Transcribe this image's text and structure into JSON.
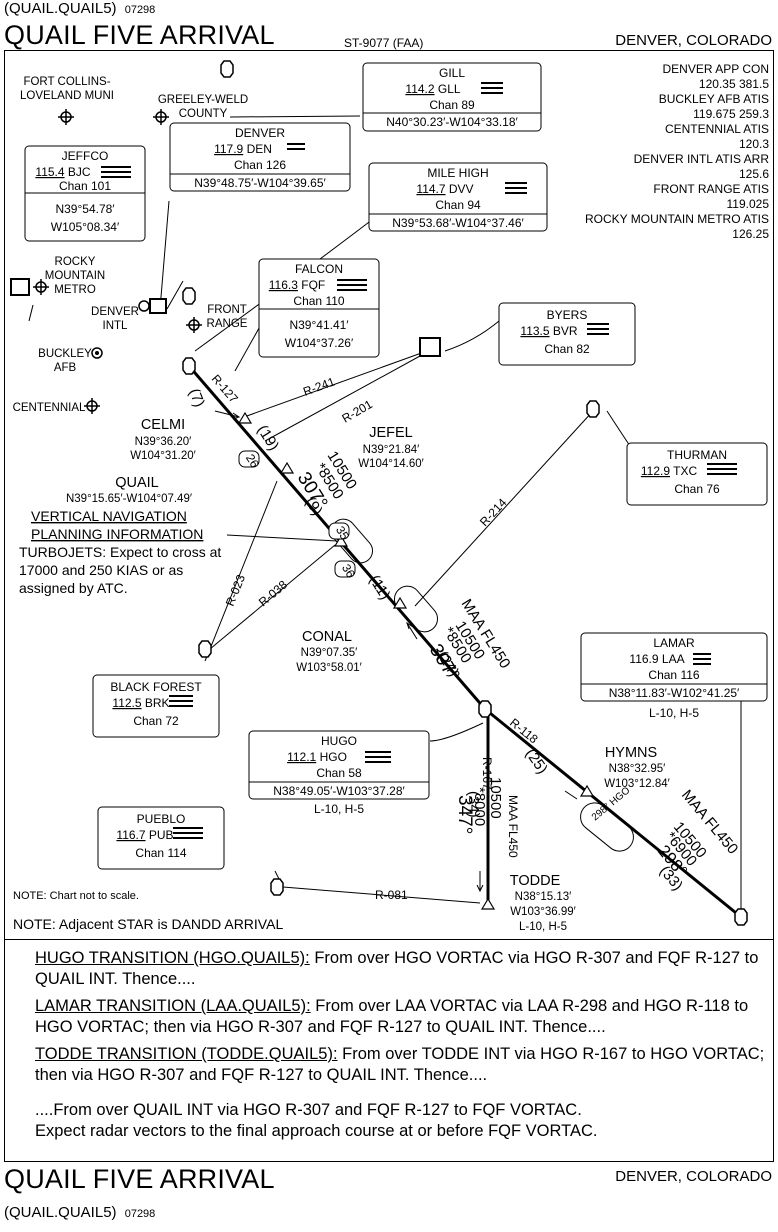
{
  "header": {
    "code_top": "(QUAIL.QUAIL5)",
    "date_top": "07298",
    "title_top": "QUAIL FIVE ARRIVAL",
    "chart_id": "ST-9077 (FAA)",
    "location_top": "DENVER, COLORADO"
  },
  "footer": {
    "title_bottom": "QUAIL FIVE ARRIVAL",
    "location_bottom": "DENVER, COLORADO",
    "code_bottom": "(QUAIL.QUAIL5)",
    "date_bottom": "07298"
  },
  "comms": [
    {
      "name": "DENVER APP CON",
      "freq": "120.35  381.5"
    },
    {
      "name": "BUCKLEY AFB ATIS",
      "freq": "119.675  259.3"
    },
    {
      "name": "CENTENNIAL ATIS",
      "freq": "120.3"
    },
    {
      "name": "DENVER INTL ATIS ARR",
      "freq": "125.6"
    },
    {
      "name": "FRONT RANGE ATIS",
      "freq": "119.025"
    },
    {
      "name": "ROCKY MOUNTAIN METRO ATIS",
      "freq": "126.25"
    }
  ],
  "navaids": {
    "gill": {
      "name": "GILL",
      "freq": "114.2",
      "ident": "GLL",
      "chan": "Chan 89",
      "coords": "N40°30.23′-W104°33.18′"
    },
    "denver": {
      "name": "DENVER",
      "freq": "117.9",
      "ident": "DEN",
      "chan": "Chan 126",
      "coords": "N39°48.75′-W104°39.65′"
    },
    "jeffco": {
      "name": "JEFFCO",
      "freq": "115.4",
      "ident": "BJC",
      "chan": "Chan 101",
      "lat": "N39°54.78′",
      "lon": "W105°08.34′"
    },
    "milehigh": {
      "name": "MILE HIGH",
      "freq": "114.7",
      "ident": "DVV",
      "chan": "Chan 94",
      "coords": "N39°53.68′-W104°37.46′"
    },
    "falcon": {
      "name": "FALCON",
      "freq": "116.3",
      "ident": "FQF",
      "chan": "Chan 110",
      "lat": "N39°41.41′",
      "lon": "W104°37.26′"
    },
    "byers": {
      "name": "BYERS",
      "freq": "113.5",
      "ident": "BVR",
      "chan": "Chan 82"
    },
    "thurman": {
      "name": "THURMAN",
      "freq": "112.9",
      "ident": "TXC",
      "chan": "Chan 76"
    },
    "lamar": {
      "name": "LAMAR",
      "freq": "116.9",
      "ident": "LAA",
      "chan": "Chan 116",
      "coords": "N38°11.83′-W102°41.25′",
      "charts": "L-10, H-5"
    },
    "blackforest": {
      "name": "BLACK FOREST",
      "freq": "112.5",
      "ident": "BRK",
      "chan": "Chan 72"
    },
    "hugo": {
      "name": "HUGO",
      "freq": "112.1",
      "ident": "HGO",
      "chan": "Chan 58",
      "coords": "N38°49.05′-W103°37.28′",
      "charts": "L-10, H-5"
    },
    "pueblo": {
      "name": "PUEBLO",
      "freq": "116.7",
      "ident": "PUB",
      "chan": "Chan 114"
    }
  },
  "airports": {
    "fortcollins1": "FORT COLLINS-",
    "fortcollins2": "LOVELAND MUNI",
    "greeley1": "GREELEY-WELD",
    "greeley2": "COUNTY",
    "rocky1": "ROCKY",
    "rocky2": "MOUNTAIN",
    "rocky3": "METRO",
    "denintl1": "DENVER",
    "denintl2": "INTL",
    "frontrange1": "FRONT",
    "frontrange2": "RANGE",
    "buckley1": "BUCKLEY",
    "buckley2": "AFB",
    "centennial": "CENTENNIAL"
  },
  "fixes": {
    "celmi": {
      "name": "CELMI",
      "lat": "N39°36.20′",
      "lon": "W104°31.20′"
    },
    "jefel": {
      "name": "JEFEL",
      "lat": "N39°21.84′",
      "lon": "W104°14.60′"
    },
    "quail": {
      "name": "QUAIL",
      "coords": "N39°15.65′-W104°07.49′"
    },
    "conal": {
      "name": "CONAL",
      "lat": "N39°07.35′",
      "lon": "W103°58.01′"
    },
    "hymns": {
      "name": "HYMNS",
      "lat": "N38°32.95′",
      "lon": "W103°12.84′"
    },
    "todde": {
      "name": "TODDE",
      "lat": "N38°15.13′",
      "lon": "W103°36.99′",
      "charts": "L-10, H-5"
    }
  },
  "vnav": {
    "line1": "VERTICAL NAVIGATION",
    "line2": "PLANNING INFORMATION",
    "text1": "TURBOJETS:  Expect to cross at",
    "text2": "17000 and 250 KIAS or as",
    "text3": "assigned by ATC."
  },
  "route_labels": {
    "r127": "R-127",
    "r241": "R-241",
    "r201": "R-201",
    "r214": "R-214",
    "r023": "R-023",
    "r038": "R-038",
    "r118": "R-118",
    "r167": "R-167",
    "r081": "R-081",
    "d7": "(7)",
    "d19": "(19)",
    "d26": "26",
    "d9": "(9)",
    "d35": "35",
    "d36": "36",
    "d11": "(11)",
    "d24": "(24)",
    "d25": "(25)",
    "d34": "(34)",
    "d33": "(33)",
    "alt1a": "10500",
    "alt1b": "*8500",
    "alt1c": "307°",
    "alt2a": "MAA FL450",
    "alt2b": "10500",
    "alt2c": "*8500",
    "alt2d": "307°",
    "alt3a": "10500",
    "alt3b": "*8000",
    "alt3c": "347°",
    "alt3d": "MAA FL450",
    "alt4a": "MAA FL450",
    "alt4b": "10500",
    "alt4c": "*6900",
    "alt4d": "298°",
    "hold_hgo": "298° HGO"
  },
  "map_notes": {
    "scale": "NOTE:  Chart not to scale.",
    "adjacent": "NOTE:  Adjacent STAR is DANDD ARRIVAL"
  },
  "transitions": {
    "hugo_title": "HUGO TRANSITION (HGO.QUAIL5):",
    "hugo_text": "  From over HGO VORTAC via HGO R-307 and FQF R-127 to QUAIL INT.  Thence....",
    "lamar_title": "LAMAR TRANSITION (LAA.QUAIL5):",
    "lamar_text": "  From over LAA VORTAC via LAA R-298 and HGO R-118 to HGO VORTAC; then via HGO R-307 and FQF R-127 to QUAIL INT.  Thence....",
    "todde_title": "TODDE TRANSITION (TODDE.QUAIL5):",
    "todde_text": "  From over TODDE INT via HGO R-167 to HGO VORTAC; then via HGO R-307 and FQF R-127 to QUAIL INT.  Thence....",
    "final1": "....From over QUAIL INT via HGO R-307 and FQF R-127 to FQF VORTAC.",
    "final2": "Expect radar vectors to the final approach course at or before FQF VORTAC."
  }
}
